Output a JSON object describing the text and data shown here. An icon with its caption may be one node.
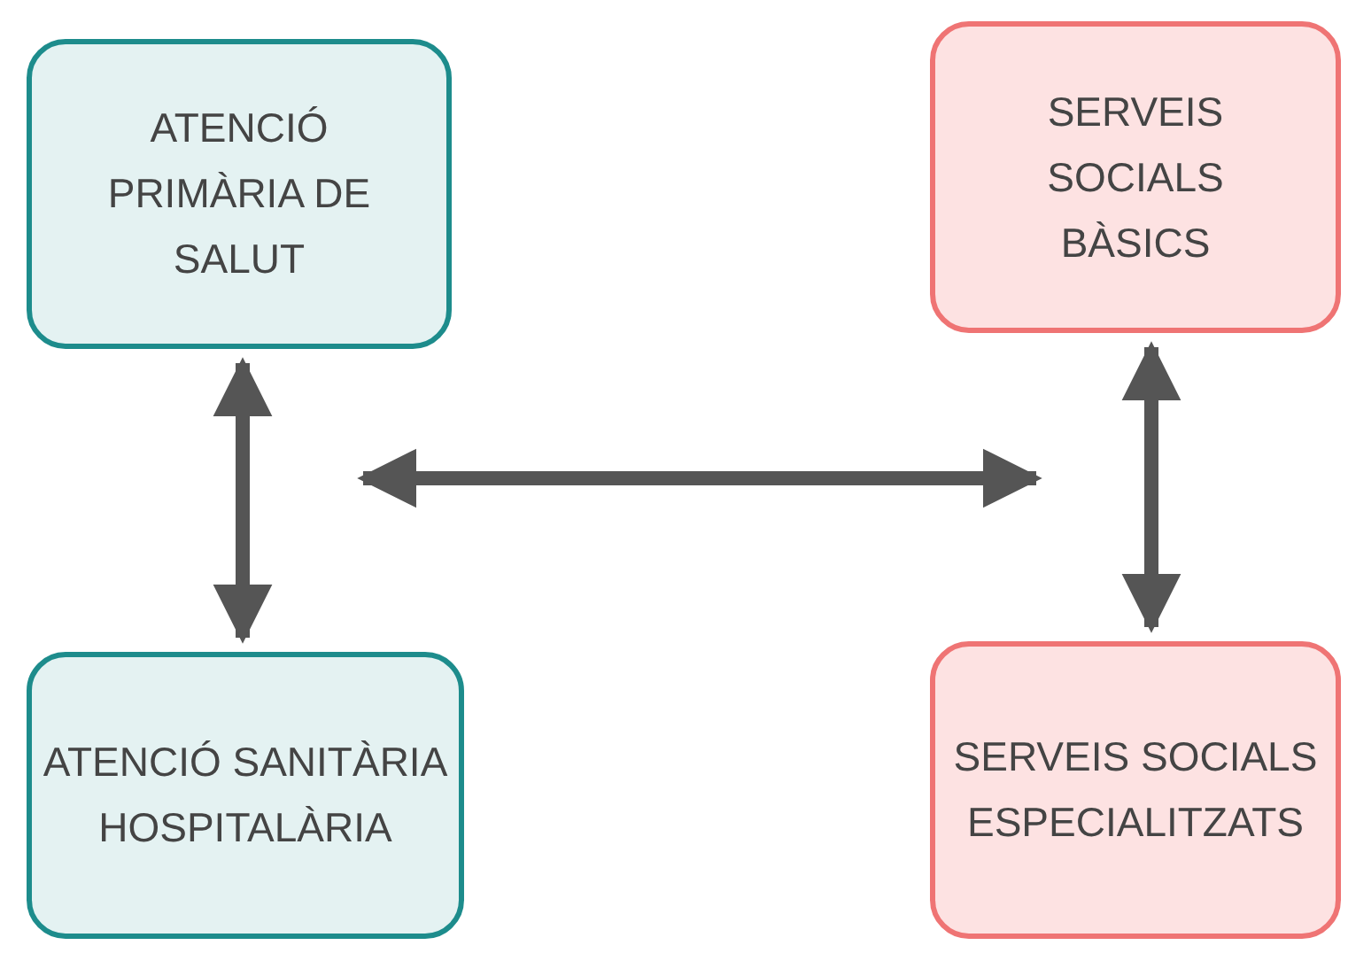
{
  "diagram": {
    "nodes": [
      {
        "text": [
          "ATENCIÓ PRIMÀRIA DE SALUT"
        ]
      },
      {
        "text": [
          "SERVEIS SOCIALS BÀSICS"
        ]
      },
      {
        "text": [
          "ATENCIÓ SANITÀRIA HOSPITALÀRIA"
        ]
      },
      {
        "text": [
          "SERVEIS SOCIALS ESPECIALITZATS"
        ]
      }
    ],
    "edges": [
      {
        "from": 0,
        "to": 2,
        "arrow": "both"
      },
      {
        "from": 1,
        "to": 3,
        "arrow": "both"
      },
      {
        "from": 0,
        "to": 1,
        "arrow": "both"
      }
    ]
  }
}
